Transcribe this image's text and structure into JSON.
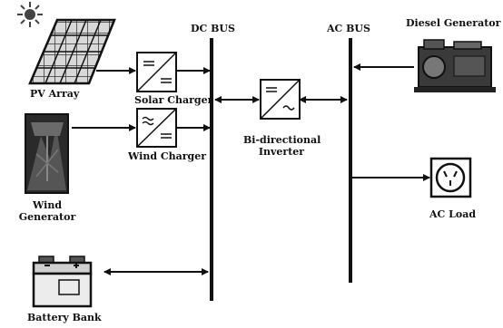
{
  "diagram": {
    "buses": {
      "dc": "DC BUS",
      "ac": "AC BUS"
    },
    "components": {
      "pv_array": "PV Array",
      "solar_charger": "Solar Charger",
      "wind_generator_line1": "Wind",
      "wind_generator_line2": "Generator",
      "wind_charger": "Wind Charger",
      "battery_bank": "Battery Bank",
      "inverter_line1": "Bi-directional",
      "inverter_line2": "Inverter",
      "diesel_generator": "Diesel Generator",
      "ac_load": "AC Load"
    },
    "icons": [
      "sun-icon",
      "solar-panel-icon",
      "wind-turbine-photo-icon",
      "battery-icon",
      "dc-dc-converter-icon",
      "dc-ac-converter-icon",
      "diesel-engine-icon",
      "power-outlet-icon"
    ]
  }
}
